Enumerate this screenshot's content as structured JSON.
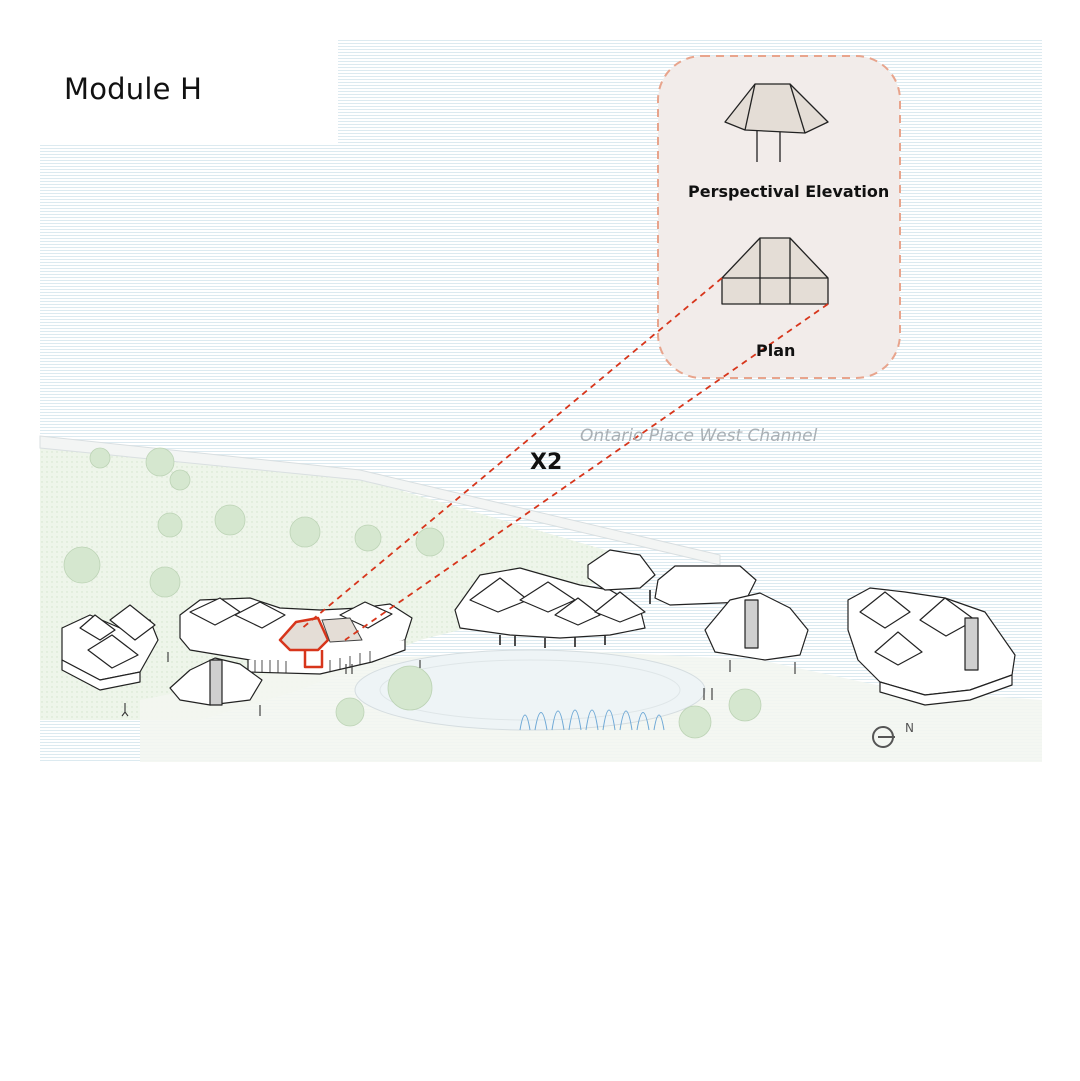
{
  "title": "Module H",
  "inset": {
    "elevation_label": "Perspectival Elevation",
    "plan_label": "Plan",
    "frame_color": "#e8a48c",
    "fill_color": "#f2ecea"
  },
  "multiplier": "X2",
  "water_label": "Ontario Place West Channel",
  "north_label": "N",
  "highlight_color": "#d7351b",
  "module_fill": "#e4ddd6",
  "icons": [
    "north-arrow-icon",
    "tree-icon",
    "person-icon",
    "fountain-icon"
  ]
}
